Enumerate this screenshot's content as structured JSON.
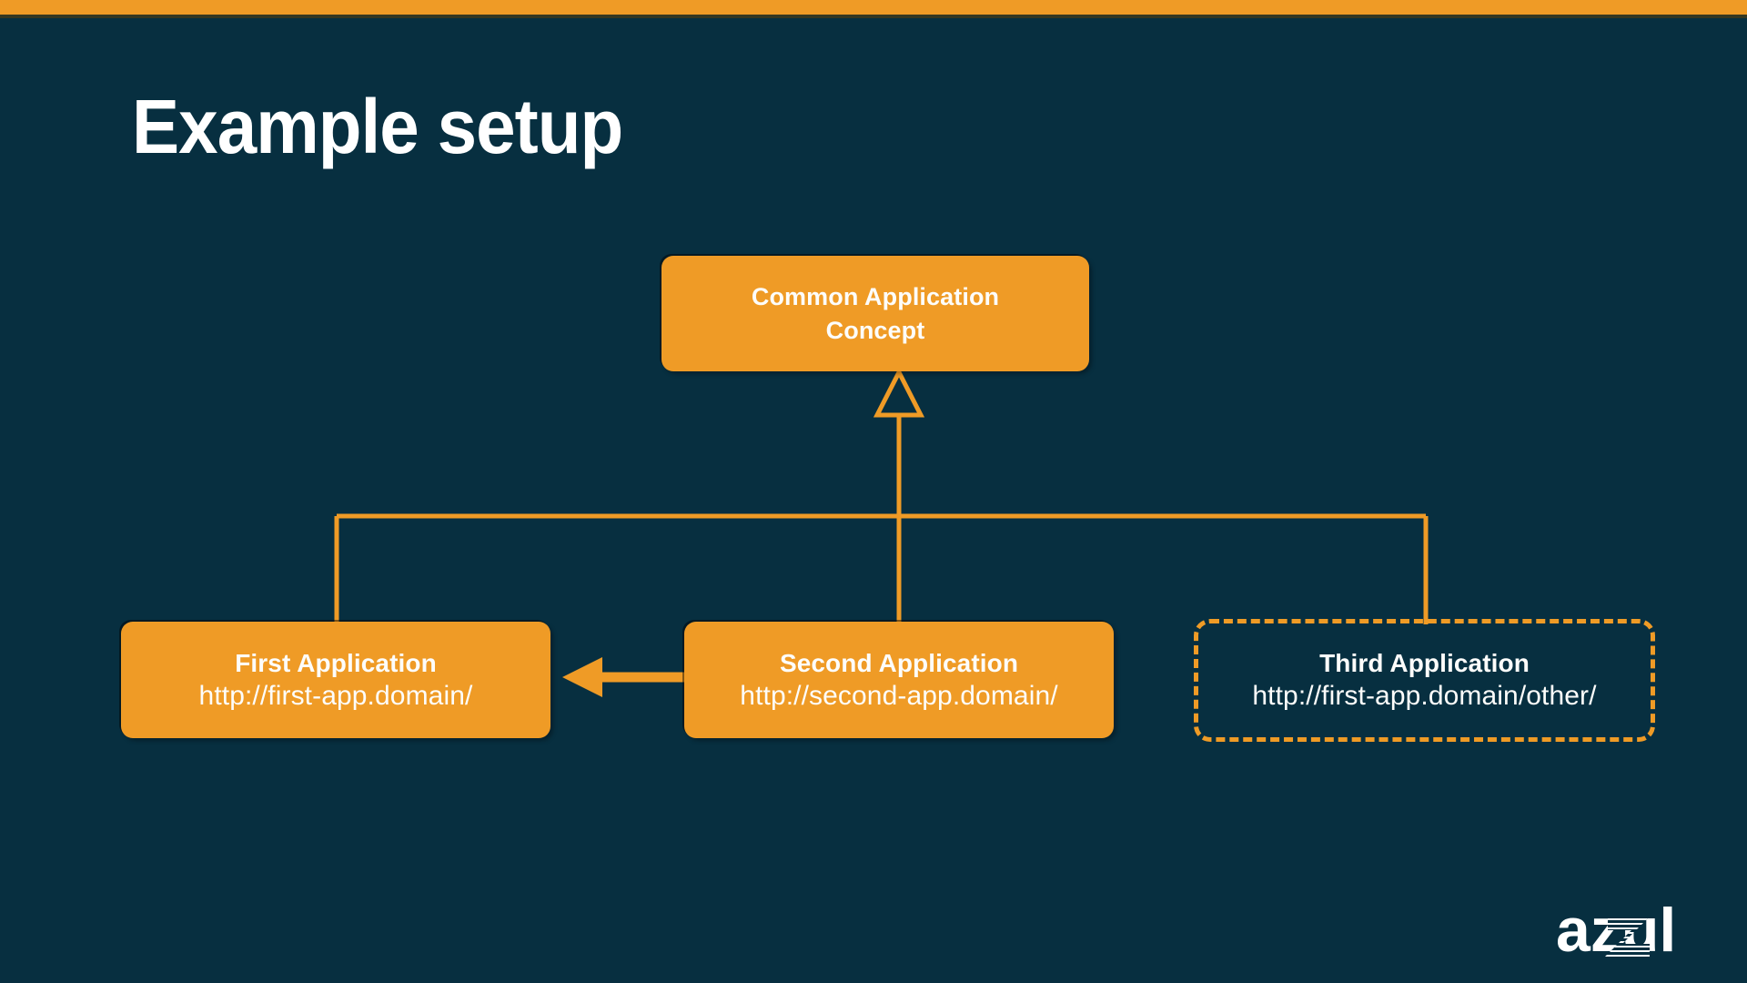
{
  "slide": {
    "title": "Example setup",
    "accent_color": "#ef9b26",
    "background_color": "#072f40",
    "text_color": "#ffffff"
  },
  "diagram": {
    "type": "uml-class-diagram",
    "nodes": [
      {
        "id": "root",
        "title": "Common Application",
        "title_line2": "Concept",
        "style": "filled"
      },
      {
        "id": "first",
        "title": "First Application",
        "url": "http://first-app.domain/",
        "style": "filled"
      },
      {
        "id": "second",
        "title": "Second Application",
        "url": "http://second-app.domain/",
        "style": "filled"
      },
      {
        "id": "third",
        "title": "Third Application",
        "url": "http://first-app.domain/other/",
        "style": "dashed"
      }
    ],
    "edges": [
      {
        "from": "first",
        "to": "root",
        "kind": "generalization"
      },
      {
        "from": "second",
        "to": "root",
        "kind": "generalization"
      },
      {
        "from": "third",
        "to": "root",
        "kind": "generalization"
      },
      {
        "from": "second",
        "to": "first",
        "kind": "directed-association"
      }
    ]
  },
  "logo": {
    "text": "azul"
  }
}
